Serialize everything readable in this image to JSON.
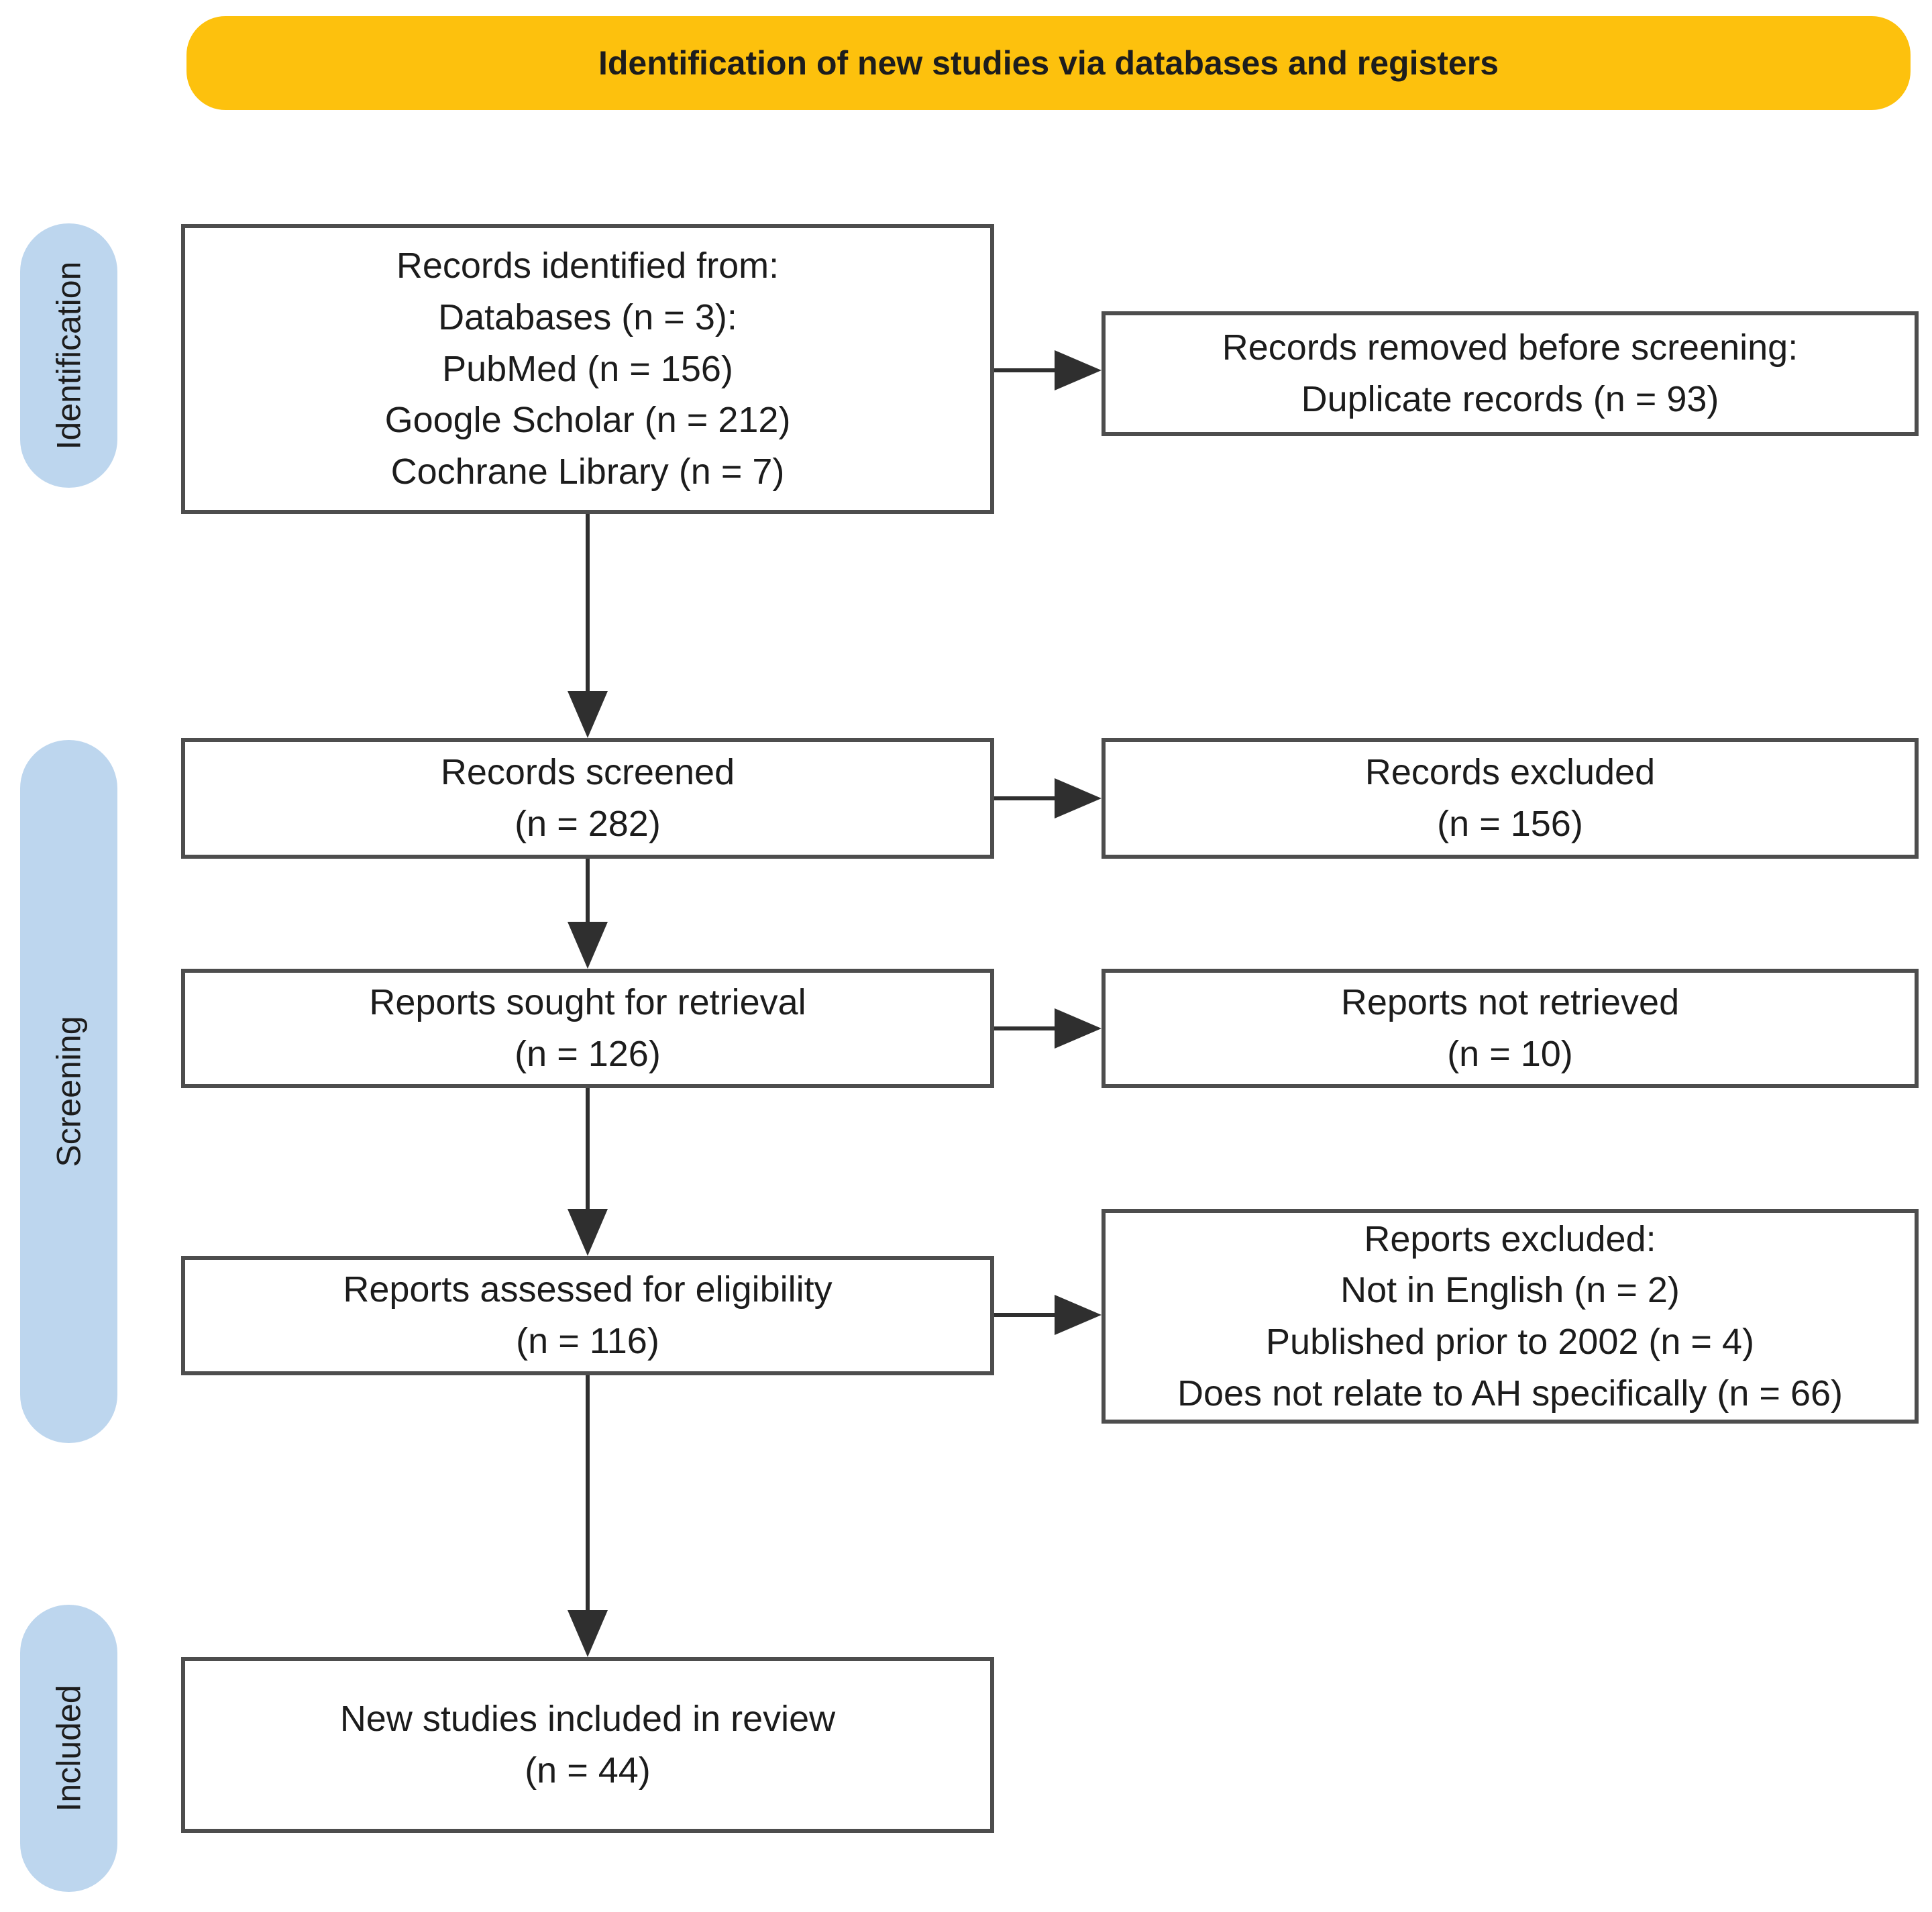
{
  "banner": {
    "label": "Identification of new studies via databases and registers"
  },
  "stages": {
    "identification": {
      "label": "Identification"
    },
    "screening": {
      "label": "Screening"
    },
    "included": {
      "label": "Included"
    }
  },
  "boxes": {
    "records_identified": {
      "lines": [
        "Records identified from:",
        "Databases (n = 3):",
        "PubMed (n = 156)",
        "Google Scholar (n = 212)",
        "Cochrane Library (n = 7)"
      ]
    },
    "records_removed": {
      "lines": [
        "Records removed before screening:",
        "Duplicate records (n = 93)"
      ]
    },
    "records_screened": {
      "lines": [
        "Records screened",
        "(n = 282)"
      ]
    },
    "records_excluded": {
      "lines": [
        "Records excluded",
        "(n = 156)"
      ]
    },
    "reports_sought": {
      "lines": [
        "Reports sought for retrieval",
        "(n = 126)"
      ]
    },
    "reports_not_retrieved": {
      "lines": [
        "Reports not retrieved",
        "(n = 10)"
      ]
    },
    "reports_assessed": {
      "lines": [
        "Reports assessed for eligibility",
        "(n = 116)"
      ]
    },
    "reports_excluded": {
      "lines": [
        "Reports excluded:",
        "Not in English (n = 2)",
        "Published prior to 2002 (n = 4)",
        "Does not relate to AH specifically (n = 66)"
      ]
    },
    "new_studies_included": {
      "lines": [
        "New studies included in review",
        "(n = 44)"
      ]
    }
  },
  "colors": {
    "banner_bg": "#fdc10d",
    "pill_bg": "#bdd6ee",
    "box_border": "#4d4d4d",
    "arrow": "#2f2f2f",
    "text": "#1c1c1c"
  }
}
